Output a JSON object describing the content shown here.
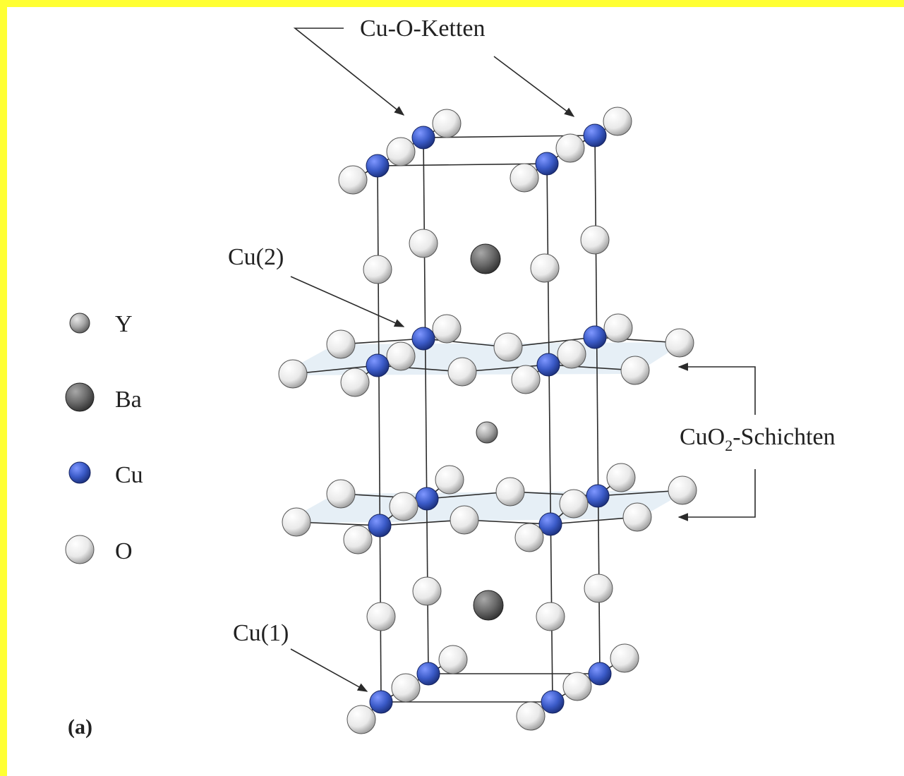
{
  "legend": {
    "items": [
      {
        "label": "Y",
        "kind": "Y"
      },
      {
        "label": "Ba",
        "kind": "Ba"
      },
      {
        "label": "Cu",
        "kind": "Cu"
      },
      {
        "label": "O",
        "kind": "O"
      }
    ]
  },
  "labels": {
    "chains": "Cu-O-Ketten",
    "cu2": "Cu(2)",
    "cu1": "Cu(1)",
    "layers_pre": "CuO",
    "layers_sub": "2",
    "layers_post": "-Schichten",
    "panel": "(a)"
  },
  "colors": {
    "border": "#ffff33",
    "Cu": "#3b5bc8",
    "O": "#e4e4e4",
    "Ba": "#6a6a6a",
    "Y": "#a8a8a8"
  }
}
